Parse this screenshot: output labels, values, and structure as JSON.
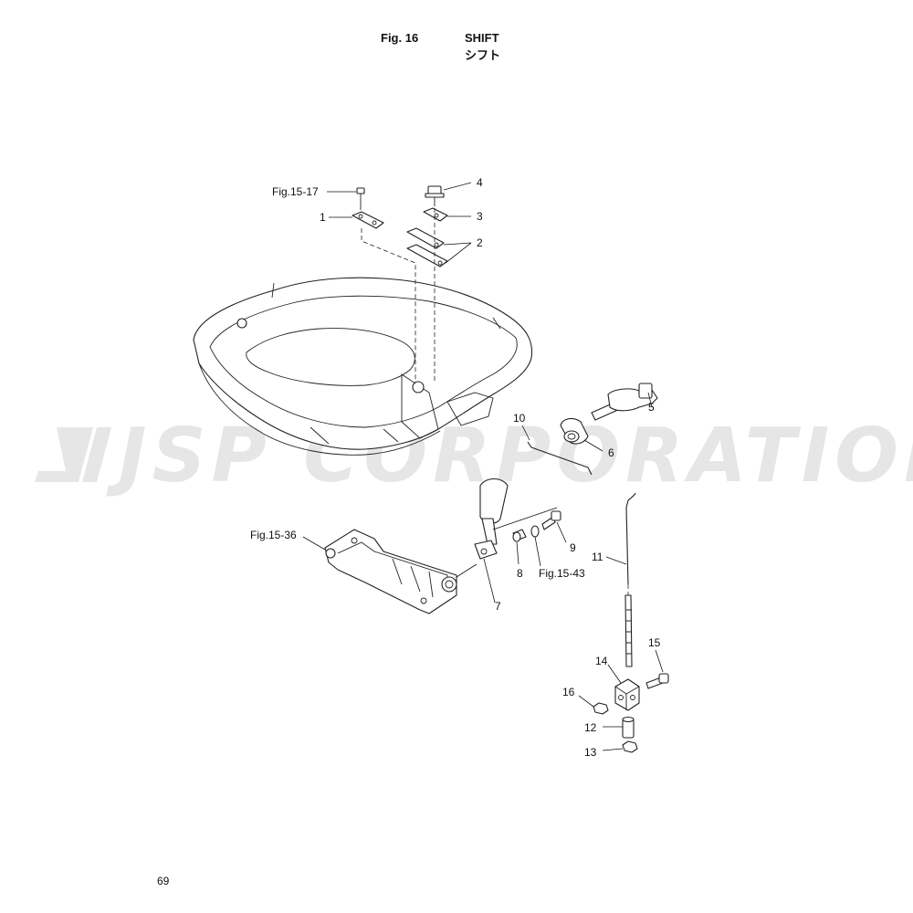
{
  "header": {
    "fig_number": "Fig. 16",
    "title_en": "SHIFT",
    "title_ja": "シフト"
  },
  "watermark": "JSP CORPORATION",
  "page_number": "69",
  "callouts": {
    "ref_fig_15_17": "Fig.15-17",
    "ref_fig_15_36": "Fig.15-36",
    "ref_fig_15_43": "Fig.15-43",
    "p1": "1",
    "p2": "2",
    "p3": "3",
    "p4": "4",
    "p5": "5",
    "p6": "6",
    "p7": "7",
    "p8": "8",
    "p9": "9",
    "p10": "10",
    "p11": "11",
    "p12": "12",
    "p13": "13",
    "p14": "14",
    "p15": "15",
    "p16": "16"
  }
}
